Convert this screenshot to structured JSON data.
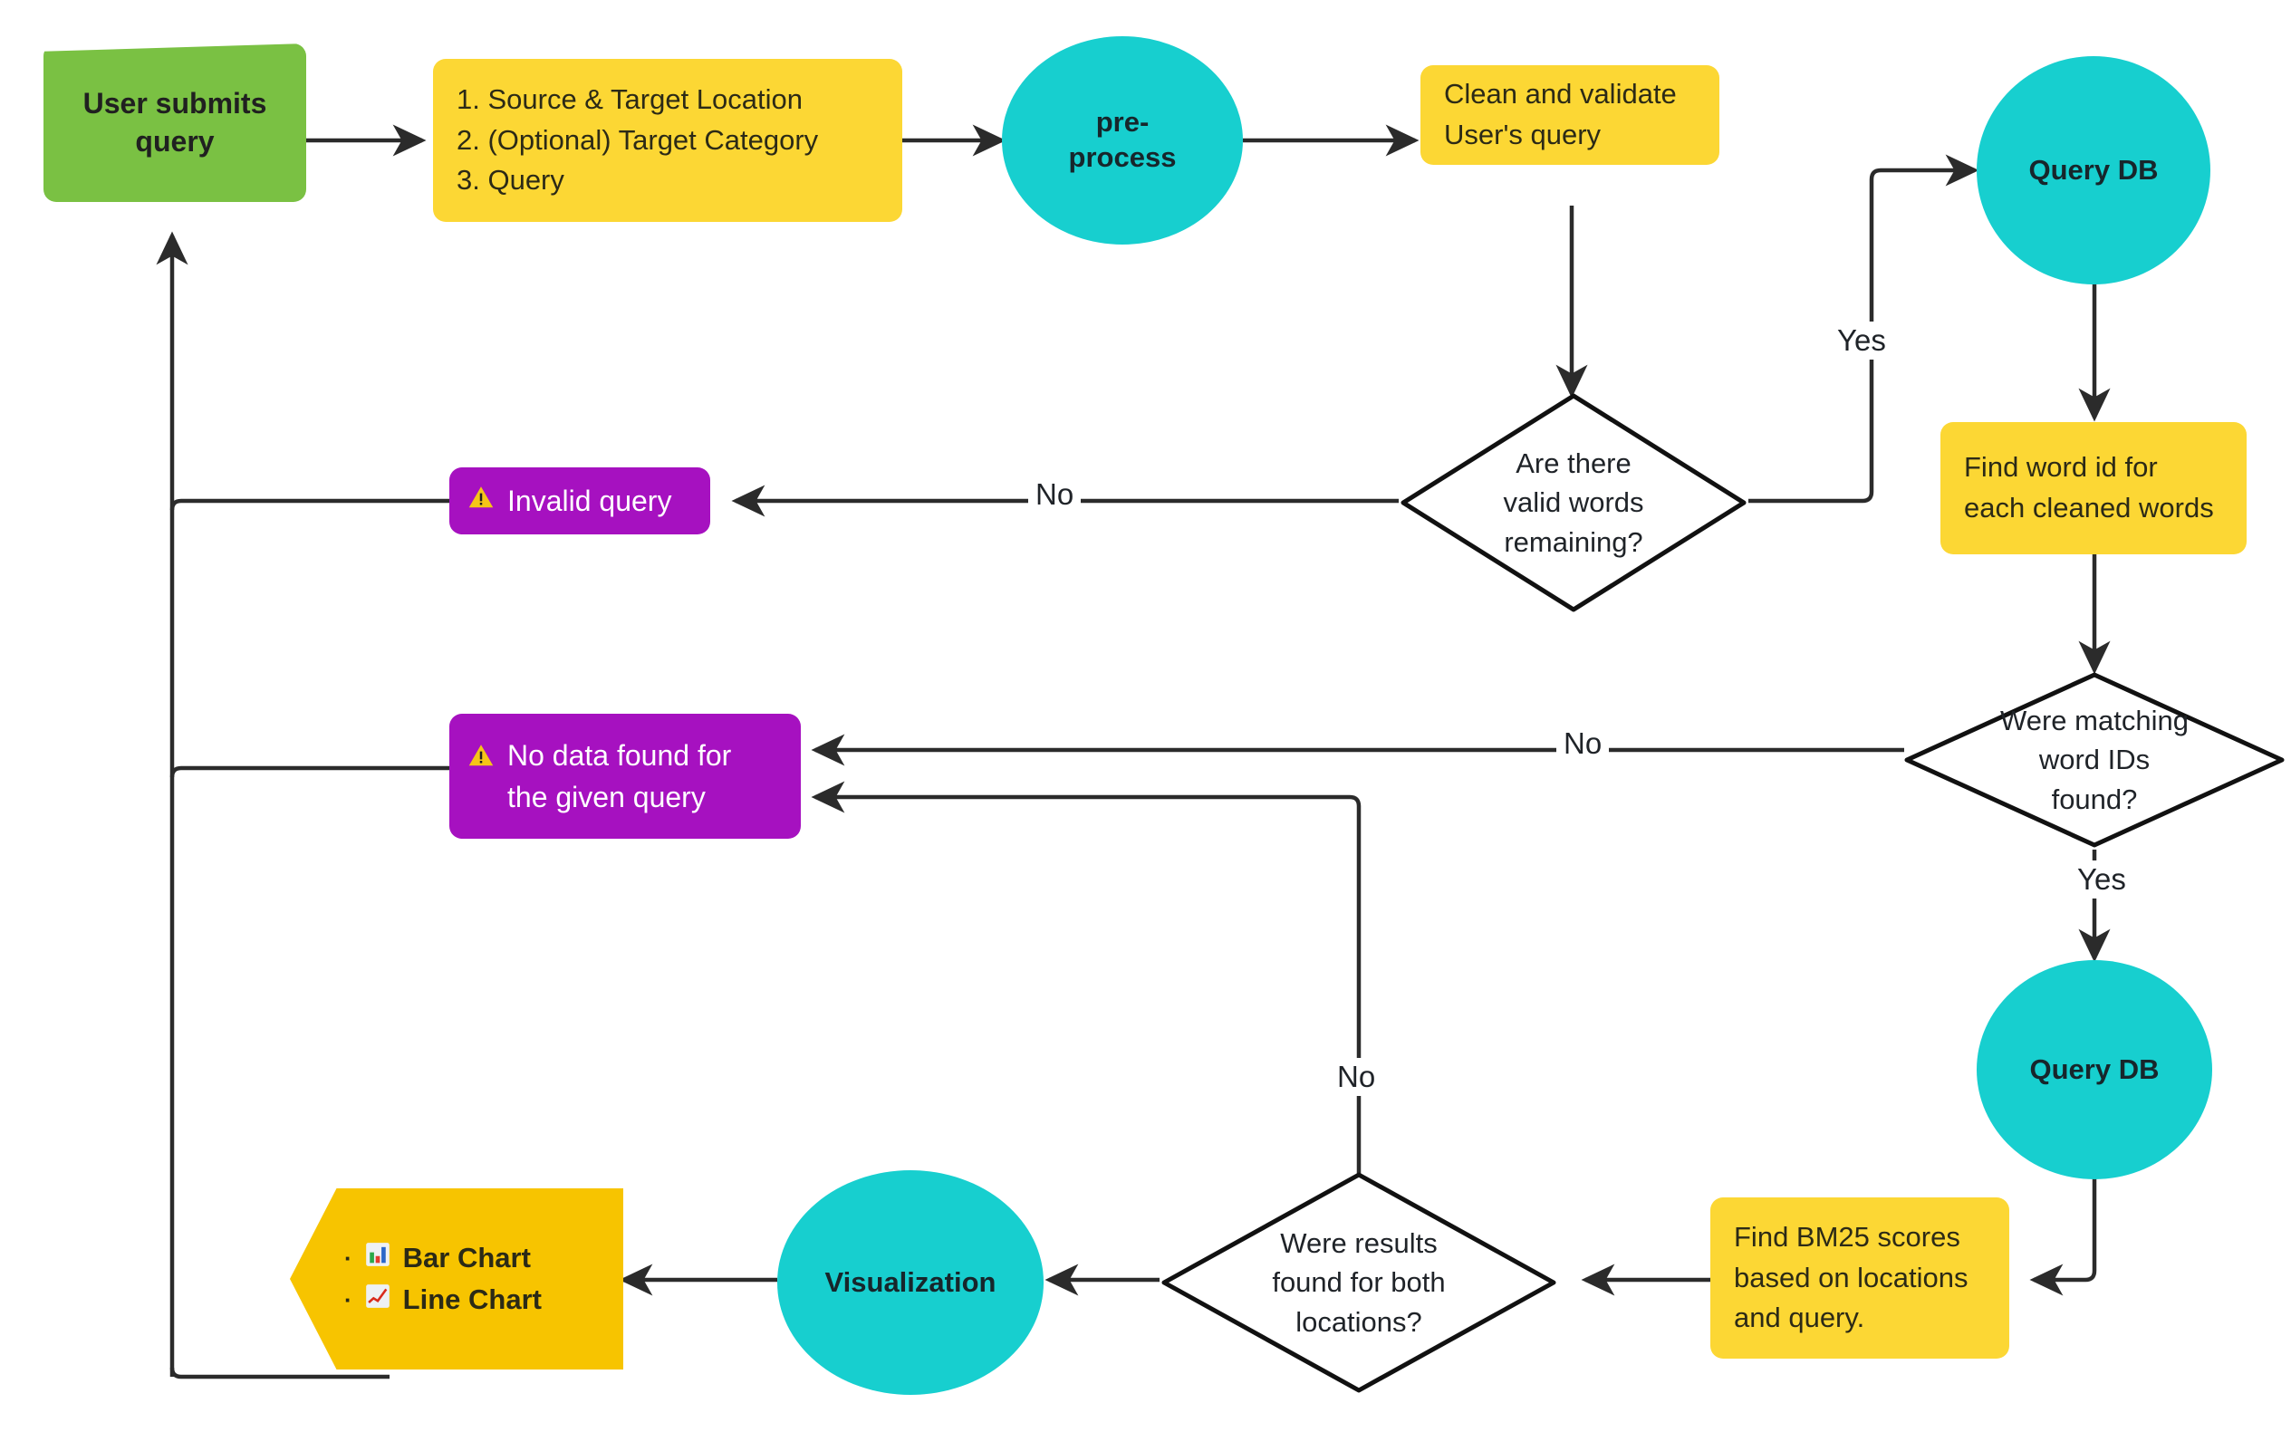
{
  "diagram": {
    "title": "Query processing flowchart",
    "colors": {
      "green": "#7ac143",
      "yellow": "#fcd734",
      "cyan": "#17cfcf",
      "purple": "#a611c0",
      "chart_yellow": "#f7c400",
      "edge": "#2b2b2b",
      "warning_icon": "#f5c518"
    },
    "nodes": {
      "user_submits": {
        "label_line1": "User submits",
        "label_line2": "query"
      },
      "inputs": {
        "item1": "1. Source & Target Location",
        "item2": "2. (Optional) Target Category",
        "item3": "3. Query"
      },
      "preprocess": {
        "label_line1": "pre-",
        "label_line2": "process"
      },
      "clean_validate": {
        "line1": "Clean and validate",
        "line2": "User's query"
      },
      "query_db_top": {
        "label": "Query DB"
      },
      "valid_words_decision": {
        "line1": "Are there",
        "line2": "valid words",
        "line3": "remaining?"
      },
      "invalid_query": {
        "label": "Invalid query",
        "icon": "warning-icon"
      },
      "find_word_id": {
        "line1": "Find word id for",
        "line2": "each cleaned words"
      },
      "matching_ids_decision": {
        "line1": "Were matching",
        "line2": "word IDs",
        "line3": "found?"
      },
      "no_data_found": {
        "line1": "No data found for",
        "line2": "the given query",
        "icon": "warning-icon"
      },
      "query_db_bottom": {
        "label": "Query DB"
      },
      "find_bm25": {
        "line1": "Find BM25 scores",
        "line2": "based on locations",
        "line3": "and query."
      },
      "results_decision": {
        "line1": "Were results",
        "line2": "found for both",
        "line3": "locations?"
      },
      "visualization": {
        "label": "Visualization"
      },
      "charts": {
        "bullet": "·",
        "item1": {
          "icon": "bar-chart-icon",
          "label": "Bar Chart"
        },
        "item2": {
          "icon": "line-chart-icon",
          "label": "Line Chart"
        }
      }
    },
    "edge_labels": {
      "yes_valid_words": "Yes",
      "no_valid_words": "No",
      "no_matching_ids": "No",
      "yes_matching_ids": "Yes",
      "no_results_both": "No"
    }
  }
}
